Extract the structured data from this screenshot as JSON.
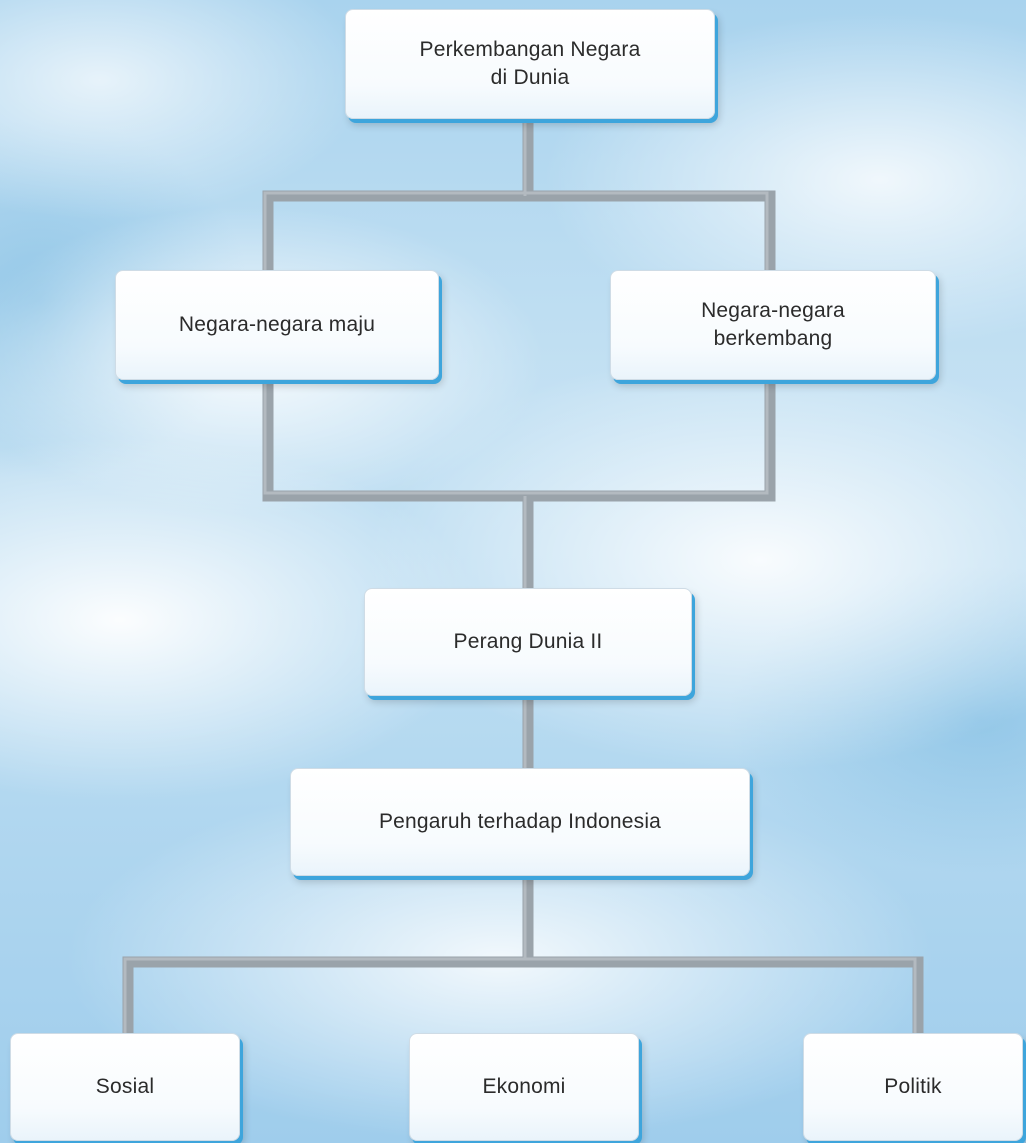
{
  "diagram": {
    "root": {
      "line1": "Perkembangan Negara",
      "line2": "di Dunia"
    },
    "left_branch": {
      "label": "Negara-negara maju"
    },
    "right_branch": {
      "line1": "Negara-negara",
      "line2": "berkembang"
    },
    "war": {
      "label": "Perang Dunia II"
    },
    "impact": {
      "label": "Pengaruh terhadap Indonesia"
    },
    "aspects": {
      "social": "Sosial",
      "economy": "Ekonomi",
      "politics": "Politik"
    },
    "colors": {
      "connector": "#9aa3aa",
      "box_shadow_accent": "#3ea5dc"
    }
  }
}
